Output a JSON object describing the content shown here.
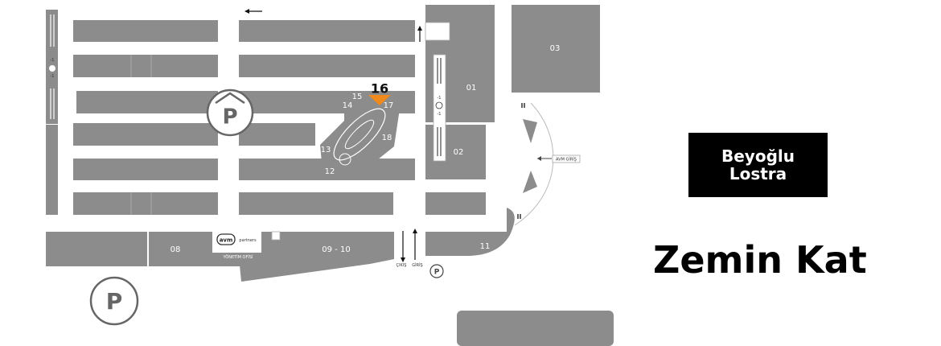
{
  "brand": {
    "line1": "Beyoğlu",
    "line2": "Lostra"
  },
  "floor_title": "Zemin Kat",
  "units": {
    "u01": "01",
    "u02": "02",
    "u03": "03",
    "u08": "08",
    "u0910": "09 - 10",
    "u11": "11",
    "u12": "12",
    "u13": "13",
    "u14": "14",
    "u15": "15",
    "u16": "16",
    "u17": "17",
    "u18": "18"
  },
  "labels": {
    "parking_letter": "P",
    "avm_giris": "AVM GİRİŞ",
    "cikis": "ÇIKIŞ",
    "giris": "GİRİŞ",
    "yonetim_ofisi": "YÖNETİM OFİSİ",
    "avm": "avm",
    "partners": "partners",
    "level": "-1"
  },
  "colors": {
    "block": "#8c8c8c",
    "highlight": "#f08a1c",
    "brand_bg": "#000000"
  },
  "icons": [
    "parking-icon",
    "direction-arrow-icon",
    "escalator-icon",
    "restroom-icon",
    "elevator-icon",
    "entrance-arrow-icon"
  ]
}
